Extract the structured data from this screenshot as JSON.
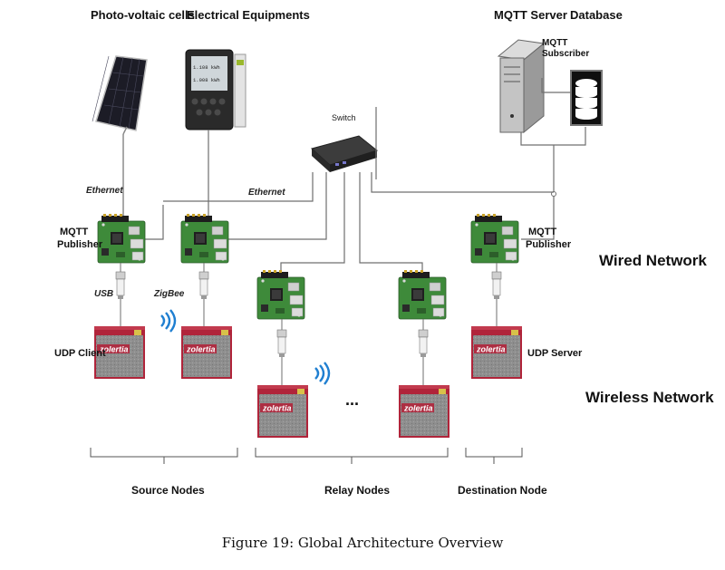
{
  "labels": {
    "pv_cells": "Photo-voltaic cells",
    "equipments": "Electrical Equipments",
    "mqtt_server": "MQTT Server",
    "database": "Database",
    "mqtt_subscriber": [
      "MQTT",
      "Subscriber"
    ],
    "switch": "Switch",
    "ethernet_left": "Ethernet",
    "ethernet_mid": "Ethernet",
    "mqtt_publisher_left": [
      "MQTT",
      "Publisher"
    ],
    "mqtt_publisher_right": [
      "MQTT",
      "Publisher"
    ],
    "usb": "USB",
    "zigbee": "ZigBee",
    "udp_client": "UDP Client",
    "udp_server": "UDP Server",
    "ellipsis": "...",
    "wired_network": "Wired Network",
    "wireless_network": "Wireless Network",
    "source_nodes": "Source Nodes",
    "relay_nodes": "Relay Nodes",
    "destination_node": "Destination Node",
    "zolertia": "Zolertia",
    "meter_readings": [
      "1.108 kWh",
      "1.008 kWh"
    ]
  },
  "caption": "Figure 19: Global Architecture Overview",
  "colors": {
    "pcb_green": "#3e8a3a",
    "pcb_dark": "#2e6b2c",
    "zolertia_red": "#b0243a",
    "zolertia_silver": "#8c8c8c",
    "wifi_blue": "#1f7fd1",
    "server_gray": "#b8b8b8",
    "wire_gray": "#6f6f6f"
  },
  "icons": [
    "solar-panel-icon",
    "energy-meter-icon",
    "server-icon",
    "database-icon",
    "network-switch-icon",
    "raspberry-pi-board-icon",
    "usb-dongle-icon",
    "zolertia-mote-icon",
    "wireless-signal-icon"
  ]
}
